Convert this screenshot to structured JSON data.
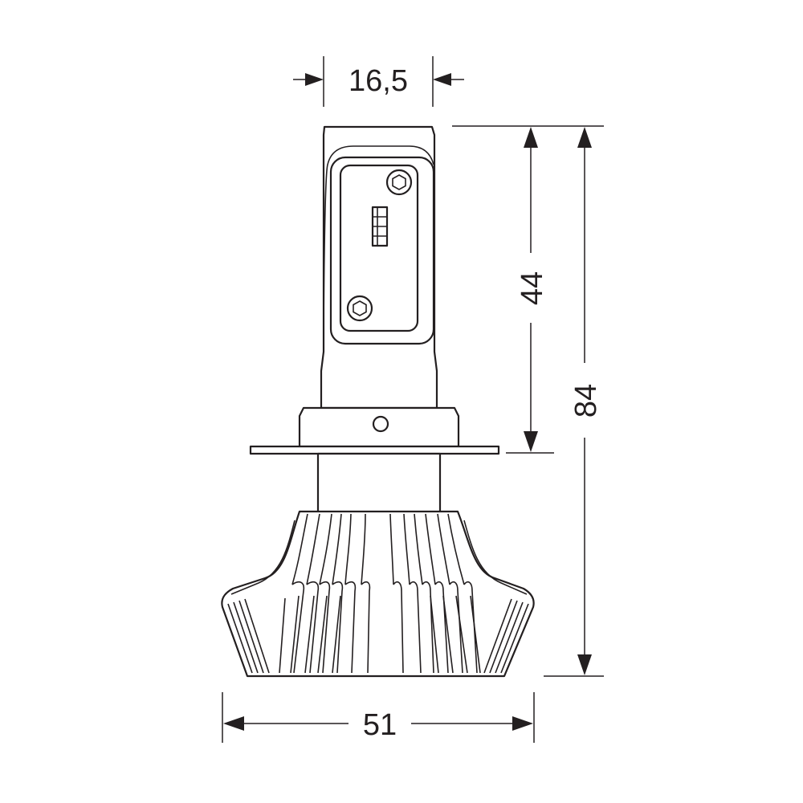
{
  "dimensions": {
    "neck_width": "16,5",
    "upper_height": "44",
    "total_height": "84",
    "base_width": "51"
  },
  "colors": {
    "line": "#231f20",
    "background": "#ffffff"
  }
}
